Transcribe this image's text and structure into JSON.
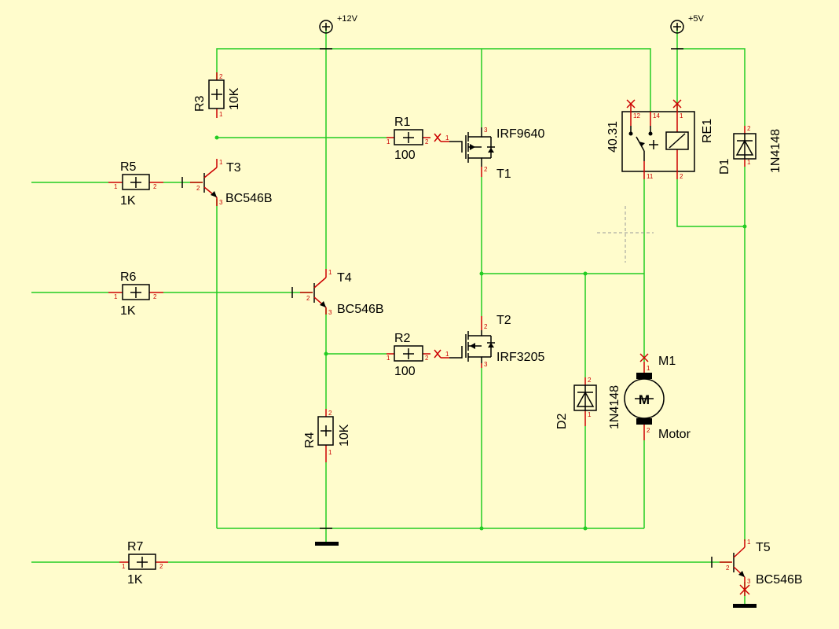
{
  "supplies": {
    "v12": "+12V",
    "v5": "+5V"
  },
  "components": {
    "R1": {
      "ref": "R1",
      "value": "100"
    },
    "R2": {
      "ref": "R2",
      "value": "100"
    },
    "R3": {
      "ref": "R3",
      "value": "10K"
    },
    "R4": {
      "ref": "R4",
      "value": "10K"
    },
    "R5": {
      "ref": "R5",
      "value": "1K"
    },
    "R6": {
      "ref": "R6",
      "value": "1K"
    },
    "R7": {
      "ref": "R7",
      "value": "1K"
    },
    "T1": {
      "ref": "T1",
      "value": "IRF9640"
    },
    "T2": {
      "ref": "T2",
      "value": "IRF3205"
    },
    "T3": {
      "ref": "T3",
      "value": "BC546B"
    },
    "T4": {
      "ref": "T4",
      "value": "BC546B"
    },
    "T5": {
      "ref": "T5",
      "value": "BC546B"
    },
    "D1": {
      "ref": "D1",
      "value": "1N4148"
    },
    "D2": {
      "ref": "D2",
      "value": "1N4148"
    },
    "RE1": {
      "ref": "RE1",
      "value": "40.31"
    },
    "M1": {
      "ref": "M1",
      "value": "Motor",
      "symbol": "M"
    }
  },
  "relay_pins": {
    "p12": "12",
    "p14": "14",
    "p11": "11",
    "p1": "1",
    "p2": "2"
  },
  "pins": {
    "one": "1",
    "two": "2",
    "three": "3"
  },
  "colors": {
    "background": "#fffccc",
    "wire": "#22cc22",
    "pin": "#cc0000",
    "symbol": "#000000"
  }
}
